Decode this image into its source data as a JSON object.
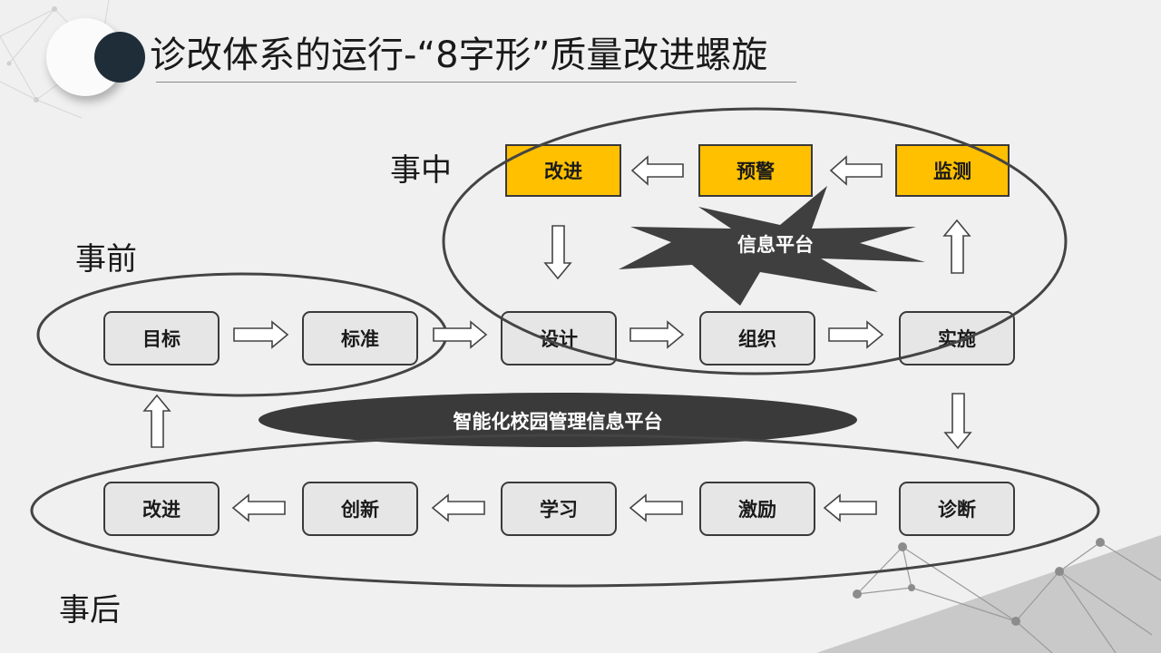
{
  "header": {
    "title": "诊改体系的运行-“8字形”质量改进螺旋"
  },
  "phases": {
    "before": "事前",
    "during": "事中",
    "after": "事后"
  },
  "nodes": {
    "target": "目标",
    "standard": "标准",
    "design": "设计",
    "organize": "组织",
    "implement": "实施",
    "monitor": "监测",
    "warning": "预警",
    "improve_top": "改进",
    "diagnose": "诊断",
    "incentive": "激励",
    "learn": "学习",
    "innovate": "创新",
    "improve_bottom": "改进"
  },
  "platforms": {
    "info_platform": "信息平台",
    "smart_campus": "智能化校园管理信息平台"
  },
  "colors": {
    "gold_box": "#ffc000",
    "grey_box": "#e6e6e6",
    "star": "#3f3f3f",
    "badge": "#1f2d38"
  }
}
